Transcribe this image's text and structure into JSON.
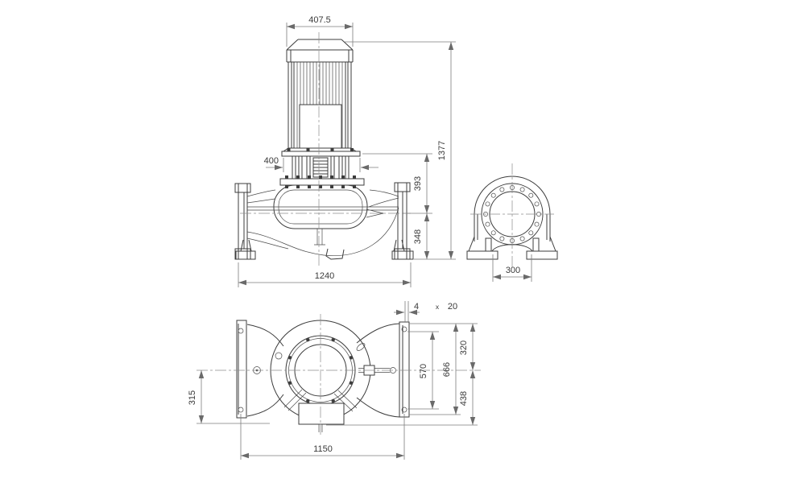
{
  "canvas": {
    "width": "976",
    "height": "600",
    "background": "#ffffff",
    "line_color": "#3c3c3c",
    "dim_line_color": "#7d7d7d"
  },
  "dims": {
    "front": {
      "motor_width": "407.5",
      "lantern_width": "400",
      "overall_height": "1377",
      "flange_to_centerline": "393",
      "centerline_to_base": "348",
      "overall_length": "1240"
    },
    "end": {
      "foot_spacing": "300"
    },
    "plan": {
      "slot_count": "4",
      "slot_sep": "x",
      "slot_size": "20",
      "port_span": "570",
      "flange_length": "666",
      "center_to_top": "320",
      "center_to_bottom": "438",
      "center_to_edge": "315",
      "bolt_span": "1150"
    }
  }
}
